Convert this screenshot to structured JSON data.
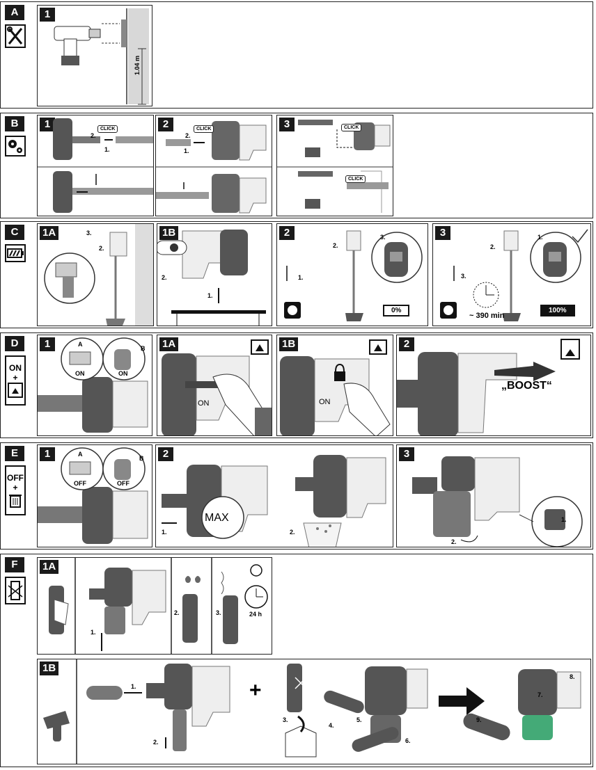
{
  "sections": {
    "A": {
      "letter": "A",
      "steps": [
        "1"
      ],
      "height_label": "1.04 m"
    },
    "B": {
      "letter": "B",
      "steps": [
        "1",
        "2",
        "3"
      ],
      "click": "CLICK",
      "n1": "1.",
      "n2": "2."
    },
    "C": {
      "letter": "C",
      "steps": [
        "1A",
        "1B",
        "2",
        "3"
      ],
      "n1": "1.",
      "n2": "2.",
      "n3": "3.",
      "battery_empty": "0%",
      "battery_full": "100%",
      "charge_time": "~ 390 min"
    },
    "D": {
      "letter": "D",
      "icon_top": "ON",
      "icon_plus": "+",
      "steps": [
        "1",
        "1A",
        "1B",
        "2"
      ],
      "a": "A",
      "b": "B",
      "on": "ON",
      "boost": "„BOOST“"
    },
    "E": {
      "letter": "E",
      "icon_top": "OFF",
      "icon_plus": "+",
      "steps": [
        "1",
        "2",
        "3"
      ],
      "a": "A",
      "b": "B",
      "off": "OFF",
      "max": "MAX",
      "n1": "1.",
      "n2": "2."
    },
    "F": {
      "letter": "F",
      "steps": [
        "1A",
        "1B"
      ],
      "n1": "1.",
      "n2": "2.",
      "n3": "3.",
      "n4": "4.",
      "n5": "5.",
      "n6": "6.",
      "n7": "7.",
      "n8": "8.",
      "n9": "9.",
      "dry_time": "24 h",
      "plus": "+"
    }
  }
}
